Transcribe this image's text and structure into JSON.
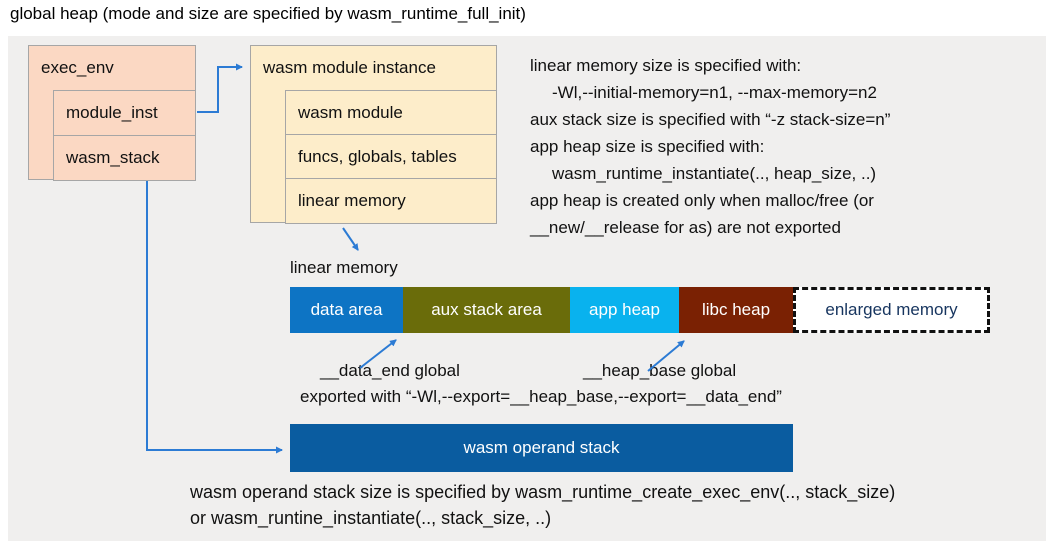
{
  "title": "global heap (mode and size are specified by wasm_runtime_full_init)",
  "exec_env": {
    "header": "exec_env",
    "rows": [
      "module_inst",
      "wasm_stack"
    ]
  },
  "module_instance": {
    "header": "wasm module instance",
    "rows": [
      "wasm module",
      "funcs, globals, tables",
      "linear memory"
    ]
  },
  "notes_right": {
    "lines": [
      "linear memory size is specified with:",
      "-Wl,--initial-memory=n1, --max-memory=n2",
      "aux stack size is specified with “-z stack-size=n”",
      "app heap size is specified with:",
      "wasm_runtime_instantiate(.., heap_size, ..)",
      "app heap is created only when malloc/free (or",
      "__new/__release for as) are not exported"
    ]
  },
  "linear_memory": {
    "label": "linear memory",
    "segments": [
      {
        "label": "data area",
        "color": "#0d74c4"
      },
      {
        "label": "aux stack area",
        "color": "#6a6c0a"
      },
      {
        "label": "app heap",
        "color": "#09b2ee"
      },
      {
        "label": "libc heap",
        "color": "#7a2103"
      },
      {
        "label": "enlarged memory",
        "color": "#ffffff",
        "border": "dashed",
        "text_color": "#17355f"
      }
    ]
  },
  "globals": {
    "data_end_label": "__data_end global",
    "heap_base_label": "__heap_base global",
    "exported_line": "exported with “-Wl,--export=__heap_base,--export=__data_end”"
  },
  "operand_stack": {
    "label": "wasm operand stack",
    "color": "#0a5ca0"
  },
  "notes_bottom": {
    "lines": [
      "wasm operand stack size is specified by wasm_runtime_create_exec_env(.., stack_size)",
      "or wasm_runtine_instantiate(.., stack_size, ..)"
    ]
  },
  "colors": {
    "panel_background": "#f0efee",
    "exec_env_fill": "#fbd8c3",
    "module_instance_fill": "#fdedca",
    "box_border": "#a6a6a6",
    "arrow_blue": "#2c7bd4"
  }
}
